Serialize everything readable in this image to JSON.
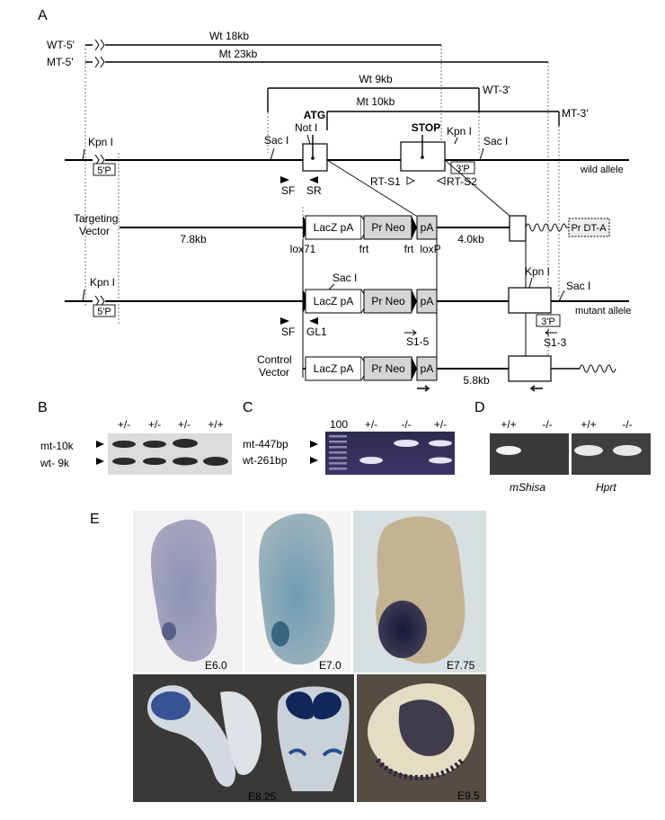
{
  "panels": {
    "a": "A",
    "b": "B",
    "c": "C",
    "d": "D",
    "e": "E"
  },
  "map": {
    "wt5": "WT-5'",
    "mt5": "MT-5'",
    "wt18": "Wt 18kb",
    "mt23": "Mt 23kb",
    "wt9": "Wt 9kb",
    "mt10": "Mt 10kb",
    "wt3": "WT-3'",
    "mt3": "MT-3'",
    "atg": "ATG",
    "stop": "STOP",
    "kpn": "Kpn I",
    "sac": "Sac I",
    "not": "Not I",
    "p5": "5'P",
    "p3": "3'P",
    "wild": "wild allele",
    "mutant": "mutant allele",
    "sf": "SF",
    "sr": "SR",
    "gl1": "GL1",
    "rts1": "RT-S1",
    "rts2": "RT-S2",
    "tv1": "Targeting",
    "tv2": "Vector",
    "cv1": "Control",
    "cv2": "Vector",
    "kb78": "7.8kb",
    "kb40": "4.0kb",
    "kb58": "5.8kb",
    "lacz": "LacZ pA",
    "prneo": "Pr Neo",
    "pa": "pA",
    "prdta": "Pr DT-A",
    "lox71": "lox71",
    "frt1": "frt",
    "frt2": "frt",
    "loxp": "loxP",
    "s15": "S1-5",
    "s13": "S1-3"
  },
  "panel_b": {
    "lanes": [
      "+/-",
      "+/-",
      "+/-",
      "+/+"
    ],
    "mt": "mt-10k",
    "wt": "wt-  9k"
  },
  "panel_c": {
    "ladder": "100",
    "lanes": [
      "+/-",
      "-/-",
      "+/-"
    ],
    "mt": "mt-447bp",
    "wt": "wt-261bp"
  },
  "panel_d": {
    "lanes": [
      "+/+",
      "-/-",
      "+/+",
      "-/-"
    ],
    "gene1": "mShisa",
    "gene2": "Hprt"
  },
  "panel_e": {
    "stages": [
      "E6.0",
      "E7.0",
      "E7.75",
      "E8.25",
      "E9.5"
    ]
  }
}
